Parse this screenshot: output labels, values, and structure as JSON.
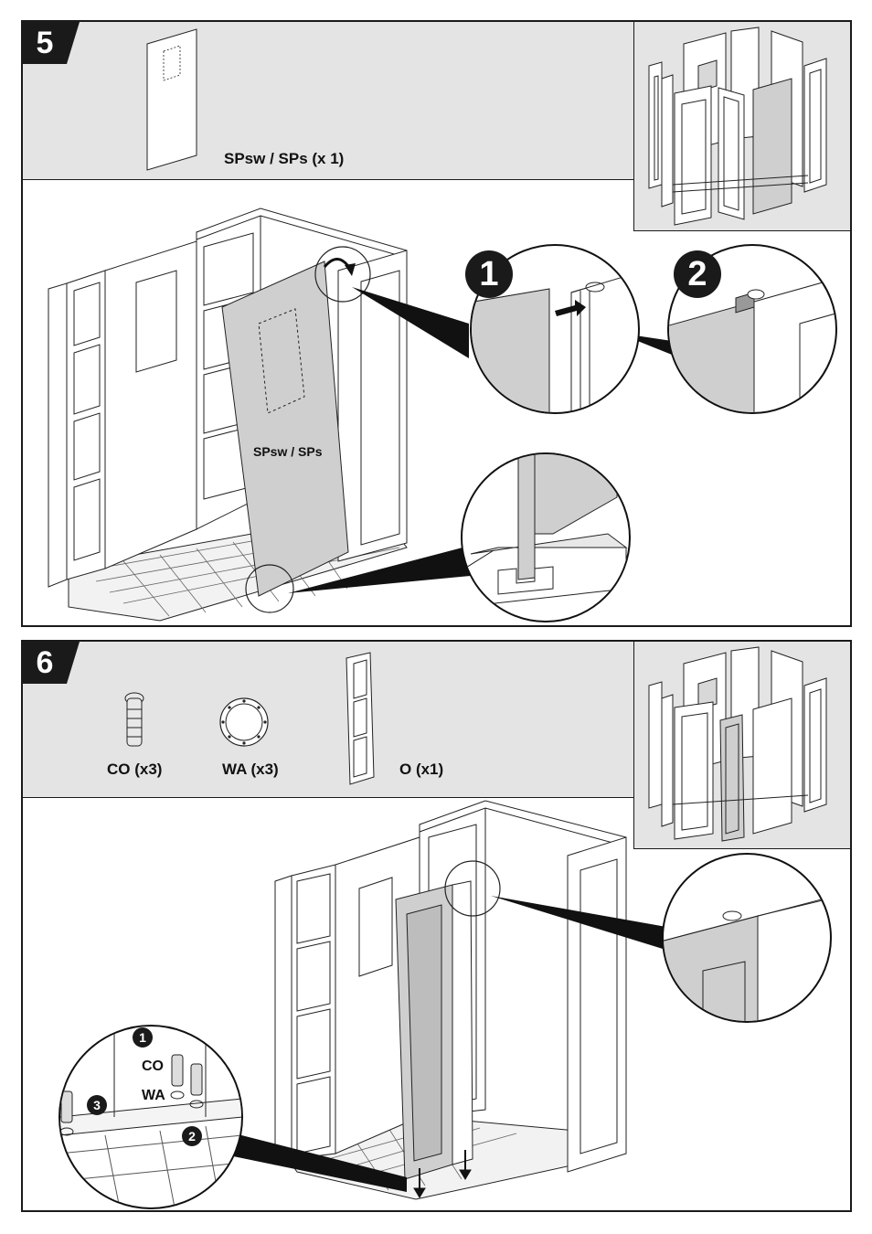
{
  "step5": {
    "number": "5",
    "part_label": "SPsw / SPs (x 1)",
    "panel_label": "SPsw / SPs",
    "detail_badges": [
      "1",
      "2"
    ]
  },
  "step6": {
    "number": "6",
    "parts": [
      {
        "label": "CO (x3)",
        "icon": "connector-icon"
      },
      {
        "label": "WA (x3)",
        "icon": "washer-icon"
      },
      {
        "label": "O (x1)",
        "icon": "corner-post-icon"
      }
    ],
    "detail": {
      "co_label": "CO",
      "wa_label": "WA",
      "badges": [
        "1",
        "2",
        "3"
      ]
    }
  }
}
